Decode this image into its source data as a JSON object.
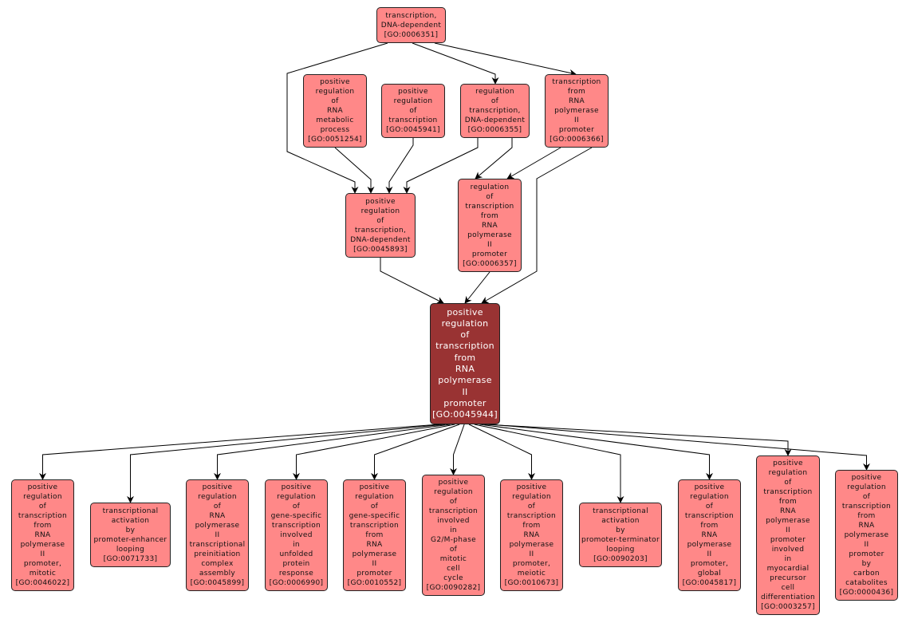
{
  "colors": {
    "node_fill": "#ff8888",
    "focus_fill": "#993333",
    "border": "#222222",
    "edge": "#000000"
  },
  "nodes": {
    "n6351": {
      "lines": [
        "transcription,",
        "DNA-dependent"
      ],
      "id": "[GO:0006351]"
    },
    "n51254": {
      "lines": [
        "positive",
        "regulation",
        "of",
        "RNA",
        "metabolic",
        "process"
      ],
      "id": "[GO:0051254]"
    },
    "n45941": {
      "lines": [
        "positive",
        "regulation",
        "of",
        "transcription"
      ],
      "id": "[GO:0045941]"
    },
    "n6355": {
      "lines": [
        "regulation",
        "of",
        "transcription,",
        "DNA-dependent"
      ],
      "id": "[GO:0006355]"
    },
    "n6366": {
      "lines": [
        "transcription",
        "from",
        "RNA",
        "polymerase",
        "II",
        "promoter"
      ],
      "id": "[GO:0006366]"
    },
    "n45893": {
      "lines": [
        "positive",
        "regulation",
        "of",
        "transcription,",
        "DNA-dependent"
      ],
      "id": "[GO:0045893]"
    },
    "n6357": {
      "lines": [
        "regulation",
        "of",
        "transcription",
        "from",
        "RNA",
        "polymerase",
        "II",
        "promoter"
      ],
      "id": "[GO:0006357]"
    },
    "n45944": {
      "lines": [
        "positive",
        "regulation",
        "of",
        "transcription",
        "from",
        "RNA",
        "polymerase",
        "II",
        "promoter"
      ],
      "id": "[GO:0045944]"
    },
    "n46022": {
      "lines": [
        "positive",
        "regulation",
        "of",
        "transcription",
        "from",
        "RNA",
        "polymerase",
        "II",
        "promoter,",
        "mitotic"
      ],
      "id": "[GO:0046022]"
    },
    "n71733": {
      "lines": [
        "transcriptional",
        "activation",
        "by",
        "promoter-enhancer",
        "looping"
      ],
      "id": "[GO:0071733]"
    },
    "n45899": {
      "lines": [
        "positive",
        "regulation",
        "of",
        "RNA",
        "polymerase",
        "II",
        "transcriptional",
        "preinitiation",
        "complex",
        "assembly"
      ],
      "id": "[GO:0045899]"
    },
    "n6990": {
      "lines": [
        "positive",
        "regulation",
        "of",
        "gene-specific",
        "transcription",
        "involved",
        "in",
        "unfolded",
        "protein",
        "response"
      ],
      "id": "[GO:0006990]"
    },
    "n10552": {
      "lines": [
        "positive",
        "regulation",
        "of",
        "gene-specific",
        "transcription",
        "from",
        "RNA",
        "polymerase",
        "II",
        "promoter"
      ],
      "id": "[GO:0010552]"
    },
    "n90282": {
      "lines": [
        "positive",
        "regulation",
        "of",
        "transcription",
        "involved",
        "in",
        "G2/M-phase",
        "of",
        "mitotic",
        "cell",
        "cycle"
      ],
      "id": "[GO:0090282]"
    },
    "n10673": {
      "lines": [
        "positive",
        "regulation",
        "of",
        "transcription",
        "from",
        "RNA",
        "polymerase",
        "II",
        "promoter,",
        "meiotic"
      ],
      "id": "[GO:0010673]"
    },
    "n90203": {
      "lines": [
        "transcriptional",
        "activation",
        "by",
        "promoter-terminator",
        "looping"
      ],
      "id": "[GO:0090203]"
    },
    "n45817": {
      "lines": [
        "positive",
        "regulation",
        "of",
        "transcription",
        "from",
        "RNA",
        "polymerase",
        "II",
        "promoter,",
        "global"
      ],
      "id": "[GO:0045817]"
    },
    "n3257": {
      "lines": [
        "positive",
        "regulation",
        "of",
        "transcription",
        "from",
        "RNA",
        "polymerase",
        "II",
        "promoter",
        "involved",
        "in",
        "myocardial",
        "precursor",
        "cell",
        "differentiation"
      ],
      "id": "[GO:0003257]"
    },
    "n436": {
      "lines": [
        "positive",
        "regulation",
        "of",
        "transcription",
        "from",
        "RNA",
        "polymerase",
        "II",
        "promoter",
        "by",
        "carbon",
        "catabolites"
      ],
      "id": "[GO:0000436]"
    }
  },
  "edges": [
    [
      "n6351",
      "n45893"
    ],
    [
      "n6351",
      "n6355"
    ],
    [
      "n6351",
      "n6366"
    ],
    [
      "n51254",
      "n45893"
    ],
    [
      "n45941",
      "n45893"
    ],
    [
      "n6355",
      "n45893"
    ],
    [
      "n6355",
      "n6357"
    ],
    [
      "n6366",
      "n6357"
    ],
    [
      "n6366",
      "n45944"
    ],
    [
      "n45893",
      "n45944"
    ],
    [
      "n6357",
      "n45944"
    ],
    [
      "n45944",
      "n46022"
    ],
    [
      "n45944",
      "n71733"
    ],
    [
      "n45944",
      "n45899"
    ],
    [
      "n45944",
      "n6990"
    ],
    [
      "n45944",
      "n10552"
    ],
    [
      "n45944",
      "n90282"
    ],
    [
      "n45944",
      "n10673"
    ],
    [
      "n45944",
      "n90203"
    ],
    [
      "n45944",
      "n45817"
    ],
    [
      "n45944",
      "n3257"
    ],
    [
      "n45944",
      "n436"
    ]
  ]
}
